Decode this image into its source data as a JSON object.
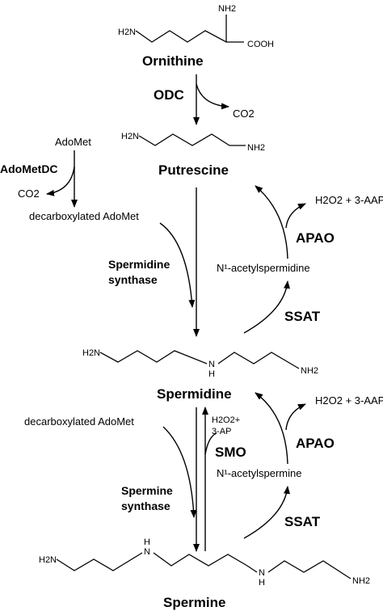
{
  "compounds": {
    "ornithine": "Ornithine",
    "putrescine": "Putrescine",
    "spermidine": "Spermidine",
    "spermine": "Spermine",
    "adomet": "AdoMet",
    "decarboxylated_adomet_1": "decarboxylated AdoMet",
    "decarboxylated_adomet_2": "decarboxylated AdoMet",
    "acetylspermidine": "N¹-acetylspermidine",
    "acetylspermine": "N¹-acetylspermine"
  },
  "enzymes": {
    "odc": "ODC",
    "adometdc": "AdoMetDC",
    "spermidine_synthase_line1": "Spermidine",
    "spermidine_synthase_line2": "synthase",
    "spermine_synthase_line1": "Spermine",
    "spermine_synthase_line2": "synthase",
    "smo": "SMO",
    "apao_1": "APAO",
    "apao_2": "APAO",
    "ssat_1": "SSAT",
    "ssat_2": "SSAT"
  },
  "byproducts": {
    "co2_odc": "CO2",
    "co2_adometdc": "CO2",
    "h2o2_3aap_1": "H2O2 + 3-AAP",
    "h2o2_3aap_2": "H2O2 + 3-AAP",
    "smo_line1": "H2O2+",
    "smo_line2": "3-AP"
  },
  "atoms": {
    "ornithine_nh2_top": "NH2",
    "ornithine_h2n": "H2N",
    "ornithine_cooh": "COOH",
    "putrescine_h2n": "H2N",
    "putrescine_nh2": "NH2",
    "spermidine_h2n": "H2N",
    "spermidine_n": "N",
    "spermidine_h": "H",
    "spermidine_nh2": "NH2",
    "spermine_h2n": "H2N",
    "spermine_h1": "H",
    "spermine_n1": "N",
    "spermine_n2": "N",
    "spermine_h2": "H",
    "spermine_nh2": "NH2"
  }
}
